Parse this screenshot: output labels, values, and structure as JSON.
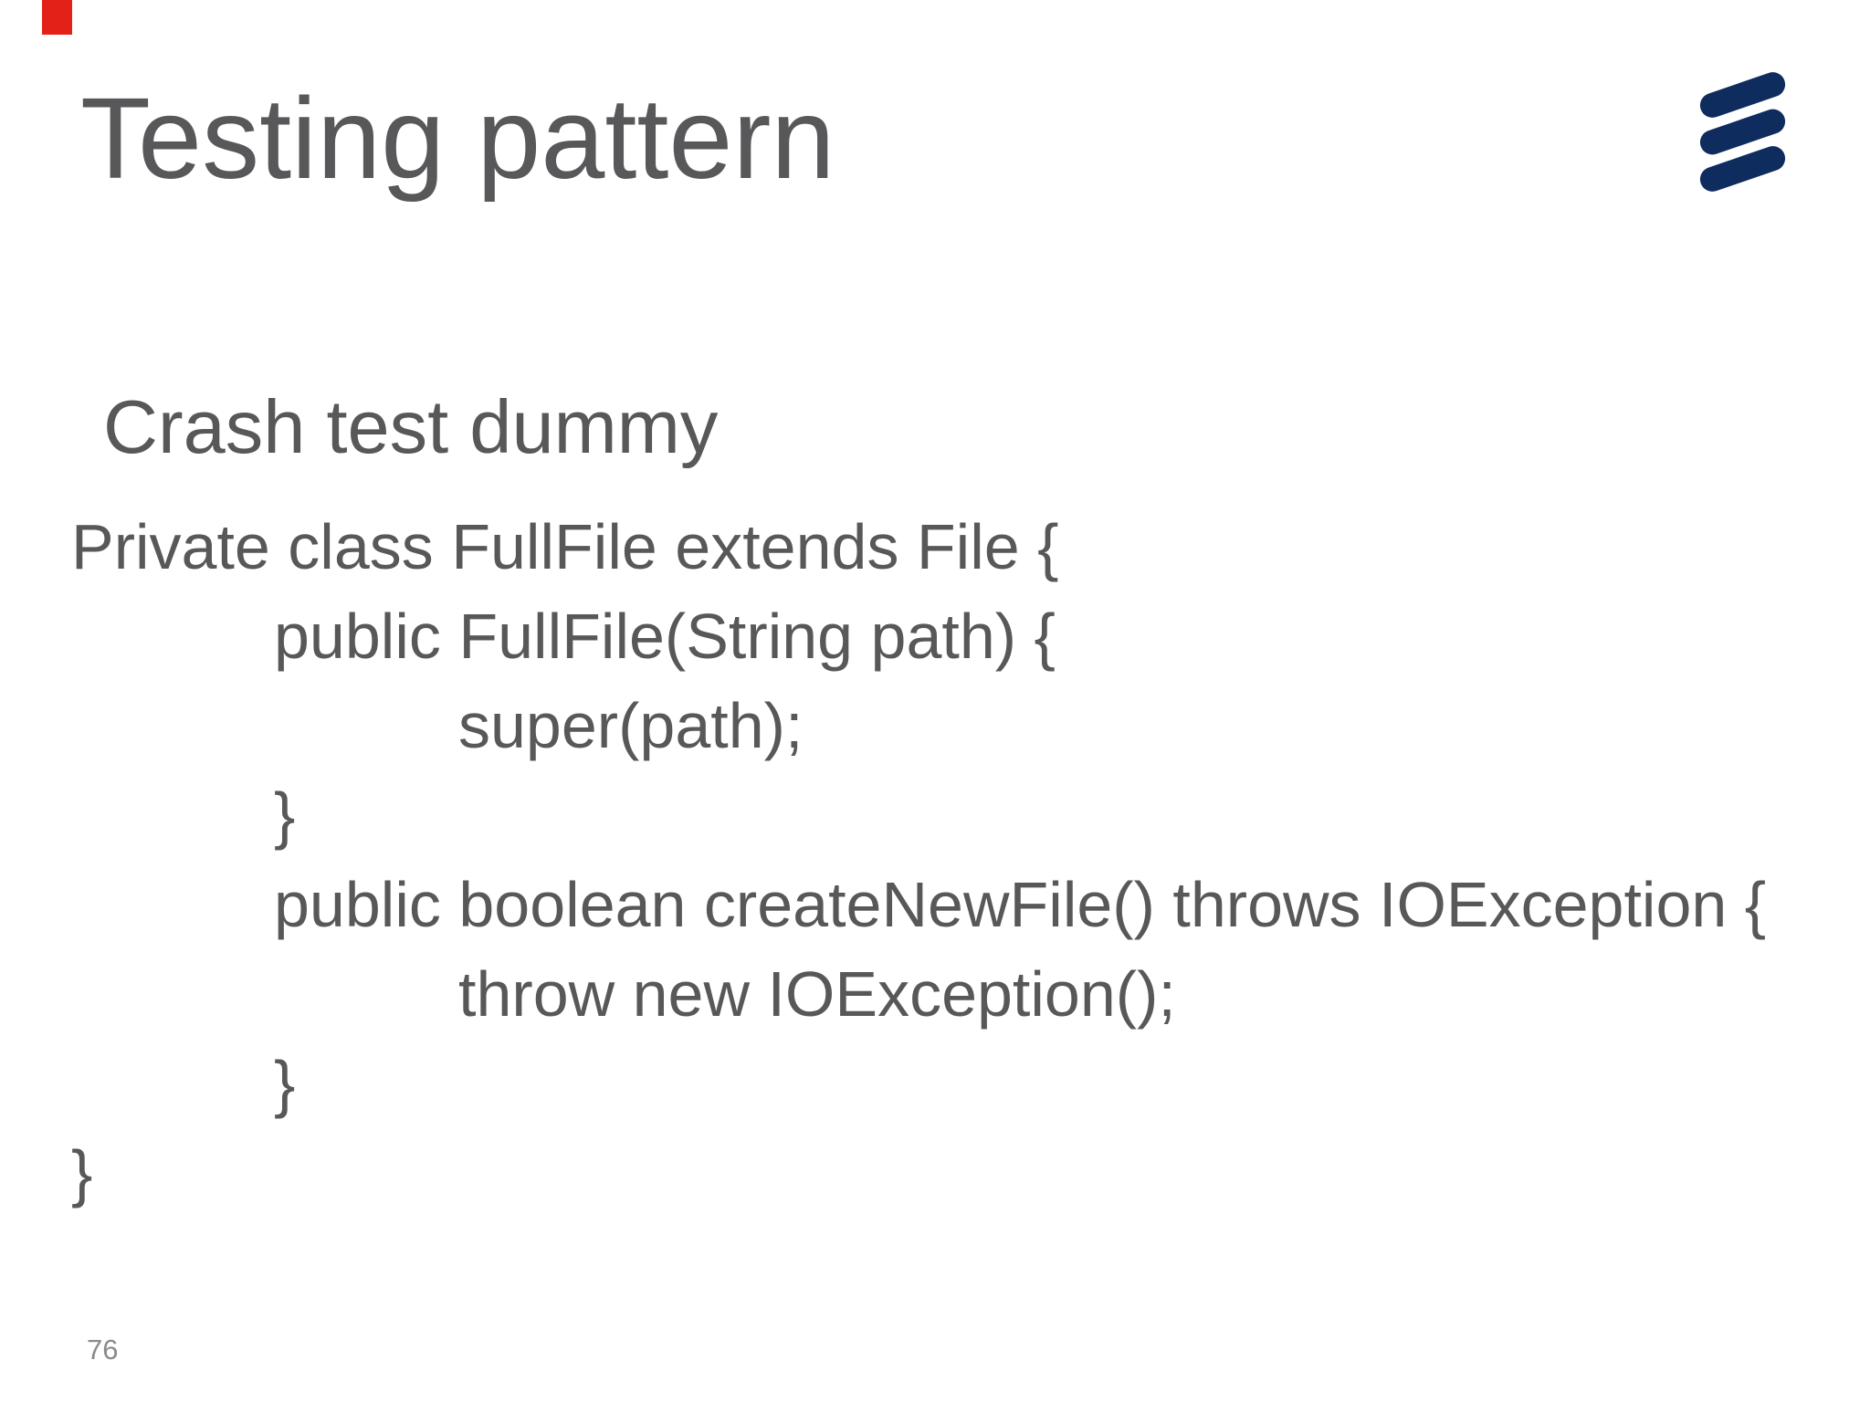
{
  "slide": {
    "title": "Testing pattern",
    "subtitle": "Crash test dummy",
    "page_number": "76"
  },
  "code": {
    "lines": [
      {
        "text": "Private class FullFile extends File {",
        "indent": 0
      },
      {
        "text": "public FullFile(String path) {",
        "indent": 1
      },
      {
        "text": "super(path);",
        "indent": 2
      },
      {
        "text": "}",
        "indent": 1
      },
      {
        "text": "public boolean createNewFile() throws IOException {",
        "indent": 1
      },
      {
        "text": "throw new IOException();",
        "indent": 2
      },
      {
        "text": "}",
        "indent": 1
      },
      {
        "text": "}",
        "indent": 0
      }
    ]
  },
  "branding": {
    "logo": "ericsson-logo"
  },
  "colors": {
    "background": "#FFFFFF",
    "text": "#58585A",
    "page_number": "#8A8A8A",
    "logo_navy": "#0E2C5E",
    "marker_red": "#E32119"
  }
}
